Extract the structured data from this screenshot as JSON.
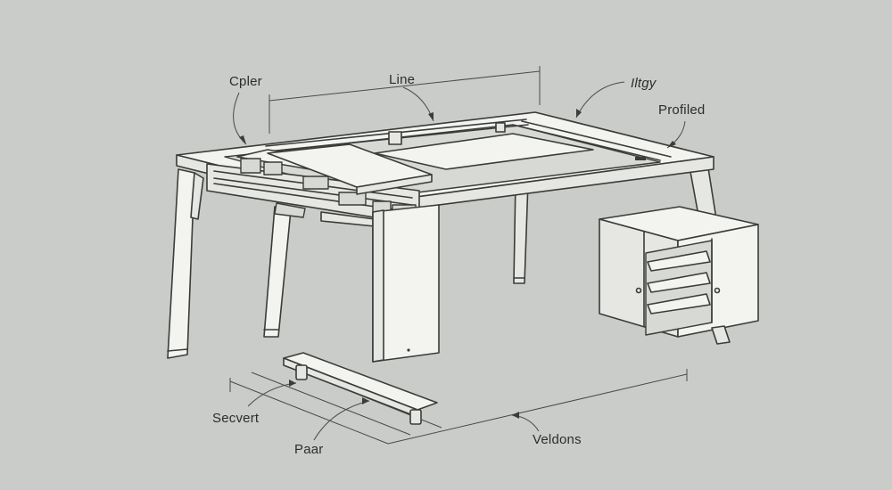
{
  "labels": {
    "copier": "Cpler",
    "line": "Line",
    "itgy": "Iltgy",
    "profiled": "Profiled",
    "secvert": "Secvert",
    "paar": "Paar",
    "veldons": "Veldons"
  },
  "colors": {
    "background": "#c9ccc8",
    "line": "#3a3c3b",
    "surface": "#f3f3ef"
  }
}
